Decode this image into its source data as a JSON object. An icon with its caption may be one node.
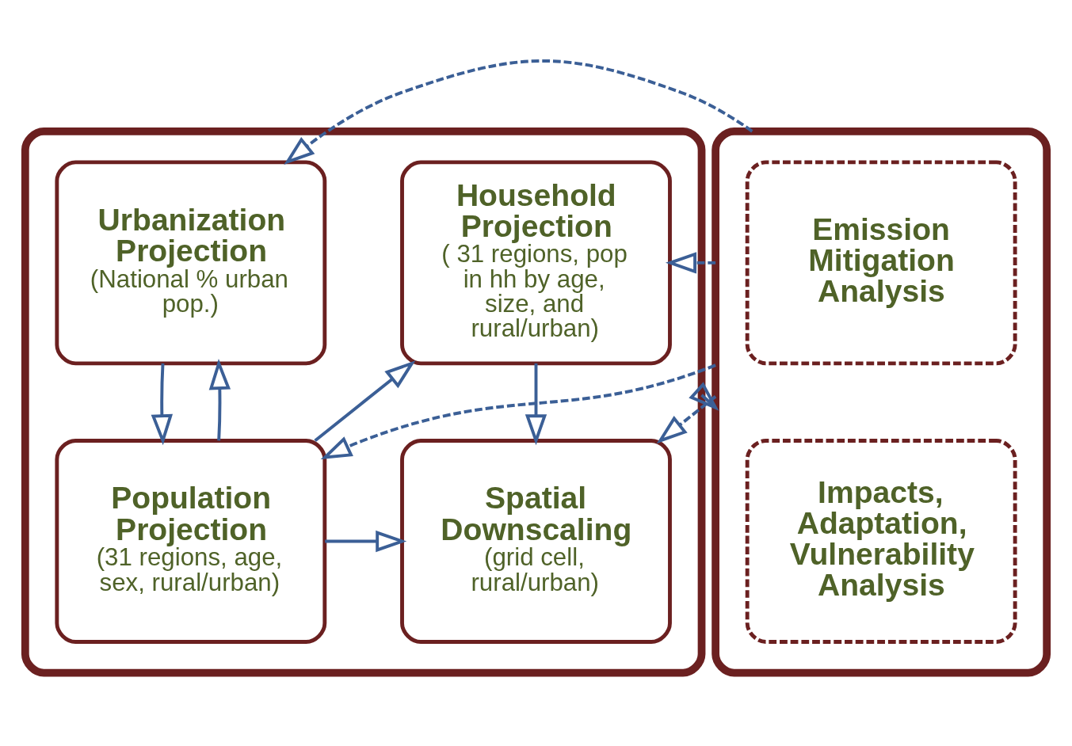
{
  "diagram": {
    "nodes": [
      {
        "text": [],
        "shape": "box"
      },
      {
        "text": [
          "Urbanization Projection",
          "(National % urban pop.)"
        ],
        "in": 0
      },
      {
        "text": [
          "Household Projection",
          "( 31 regions, pop in hh by age, size, and rural/urban)"
        ],
        "in": 0
      },
      {
        "text": [
          "Population Projection",
          "(31 regions, age, sex, rural/urban)"
        ],
        "in": 0
      },
      {
        "text": [
          "Spatial Downscaling",
          "(grid cell, rural/urban)"
        ],
        "in": 0
      },
      {
        "text": [],
        "shape": "box"
      },
      {
        "text": [
          "Emission Mitigation Analysis"
        ],
        "in": 5
      },
      {
        "text": [
          "Impacts, Adaptation, Vulnerability Analysis"
        ],
        "in": 5
      }
    ],
    "edges": [
      {
        "from": 3,
        "to": 1,
        "arrow": "to"
      },
      {
        "from": 1,
        "to": 3,
        "arrow": "to"
      },
      {
        "from": 3,
        "to": 2,
        "arrow": "to"
      },
      {
        "from": 3,
        "to": 4,
        "arrow": "to"
      },
      {
        "from": 2,
        "to": 4,
        "arrow": "to"
      },
      {
        "from": 0,
        "to": 5,
        "arrow": "to"
      },
      {
        "from": 5,
        "to": 1,
        "arrow": "to",
        "style": "dashed"
      },
      {
        "from": 5,
        "to": 2,
        "arrow": "to",
        "style": "dashed"
      },
      {
        "from": 5,
        "to": 3,
        "arrow": "to",
        "style": "dashed"
      },
      {
        "from": 5,
        "to": 4,
        "arrow": "to",
        "style": "dashed"
      }
    ]
  }
}
